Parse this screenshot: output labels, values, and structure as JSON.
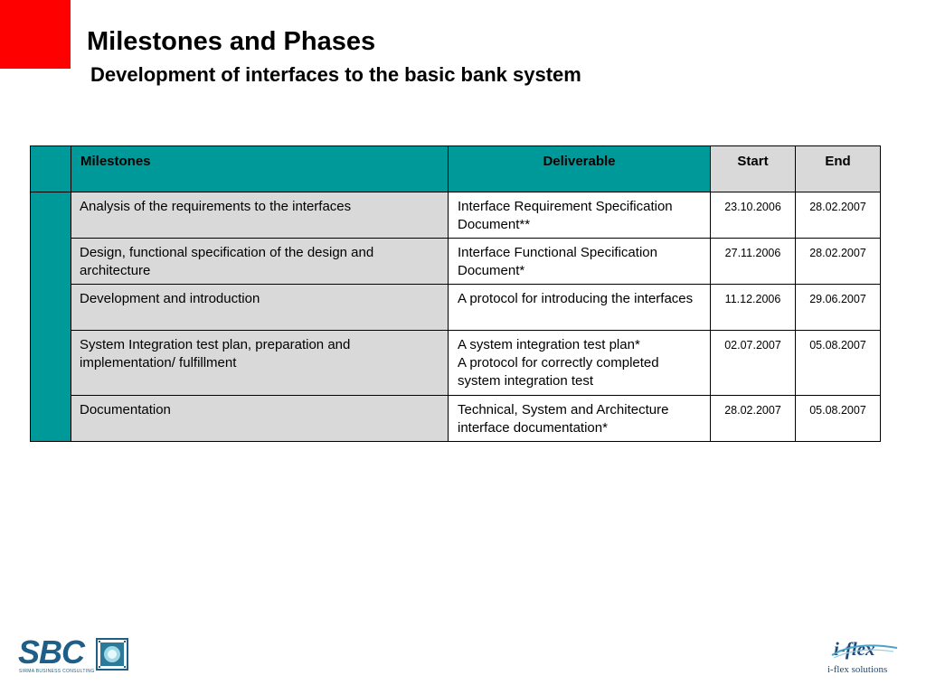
{
  "slide": {
    "title": "Milestones and Phases",
    "subtitle": "Development of interfaces to the basic bank system",
    "accent_color": "#ff0000",
    "table_header_color": "#009999",
    "row_shade_color": "#d9d9d9"
  },
  "table": {
    "headers": {
      "milestones": "Milestones",
      "deliverable": "Deliverable",
      "start": "Start",
      "end": "End"
    },
    "rows": [
      {
        "milestone": "Analysis of the requirements to the interfaces",
        "deliverable": [
          "Interface Requirement Specification Document**"
        ],
        "start": "23.10.2006",
        "end": "28.02.2007"
      },
      {
        "milestone": "Design, functional specification of the design and architecture",
        "deliverable": [
          "Interface Functional Specification Document*"
        ],
        "start": "27.11.2006",
        "end": "28.02.2007"
      },
      {
        "milestone": "Development and introduction",
        "deliverable": [
          "A protocol for introducing the interfaces"
        ],
        "start": "11.12.2006",
        "end": "29.06.2007"
      },
      {
        "milestone": "System Integration test plan, preparation and implementation/ fulfillment",
        "deliverable": [
          "A system integration test plan*",
          "A protocol for correctly completed system integration test"
        ],
        "start": "02.07.2007",
        "end": "05.08.2007"
      },
      {
        "milestone": "Documentation",
        "deliverable": [
          "Technical, System and Architecture interface documentation*"
        ],
        "start": "28.02.2007",
        "end": "05.08.2007"
      }
    ]
  },
  "footer": {
    "left_logo": {
      "mark": "SBC",
      "tagline": "SIRMA BUSINESS CONSULTING",
      "emblem_icon": "sbc-emblem-icon"
    },
    "right_logo": {
      "mark": "i-flex",
      "text": "i-flex solutions"
    }
  }
}
